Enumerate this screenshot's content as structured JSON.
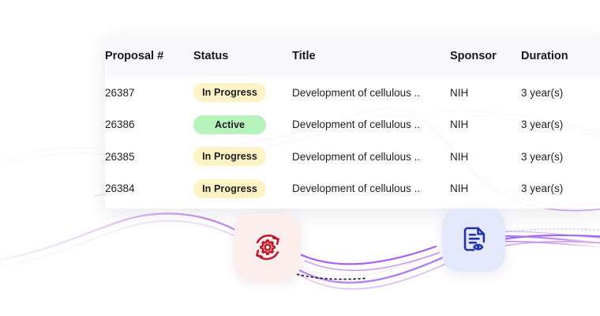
{
  "card": {
    "name": "proposals-table-card",
    "columns": [
      {
        "key": "proposal_number",
        "label": "Proposal #"
      },
      {
        "key": "status",
        "label": "Status"
      },
      {
        "key": "title",
        "label": "Title"
      },
      {
        "key": "sponsor",
        "label": "Sponsor"
      },
      {
        "key": "duration",
        "label": "Duration"
      }
    ],
    "rows": [
      {
        "proposal_number": "26387",
        "status": "In Progress",
        "status_kind": "in-progress",
        "title": "Development of cellulous ..",
        "sponsor": "NIH",
        "duration": "3 year(s)"
      },
      {
        "proposal_number": "26386",
        "status": "Active",
        "status_kind": "active",
        "title": "Development of cellulous ..",
        "sponsor": "NIH",
        "duration": "3 year(s)"
      },
      {
        "proposal_number": "26385",
        "status": "In Progress",
        "status_kind": "in-progress",
        "title": "Development of cellulous ..",
        "sponsor": "NIH",
        "duration": "3 year(s)"
      },
      {
        "proposal_number": "26384",
        "status": "In Progress",
        "status_kind": "in-progress",
        "title": "Development of cellulous ..",
        "sponsor": "NIH",
        "duration": "3 year(s)"
      }
    ]
  },
  "badges": [
    {
      "name": "process-automation-icon",
      "icon": "gear-refresh-icon",
      "color": "#c0182a",
      "background": "#fdeeee"
    },
    {
      "name": "document-review-icon",
      "icon": "document-eye-icon",
      "color": "#2233a8",
      "background": "#e3e9fb"
    }
  ],
  "colors": {
    "card_background": "#ffffff",
    "header_background": "#f9f9fb",
    "text_primary": "#1d1e22",
    "badge_in_progress_bg": "#fdf3c4",
    "badge_active_bg": "#b6f3bd",
    "wave_purple": "#c084e8",
    "wave_violet": "#8b5cf6",
    "wave_pale": "#e9d5f5"
  },
  "decoration": {
    "wave_label": "flowing-data-waves",
    "arrow_label": "flow-arrow"
  }
}
